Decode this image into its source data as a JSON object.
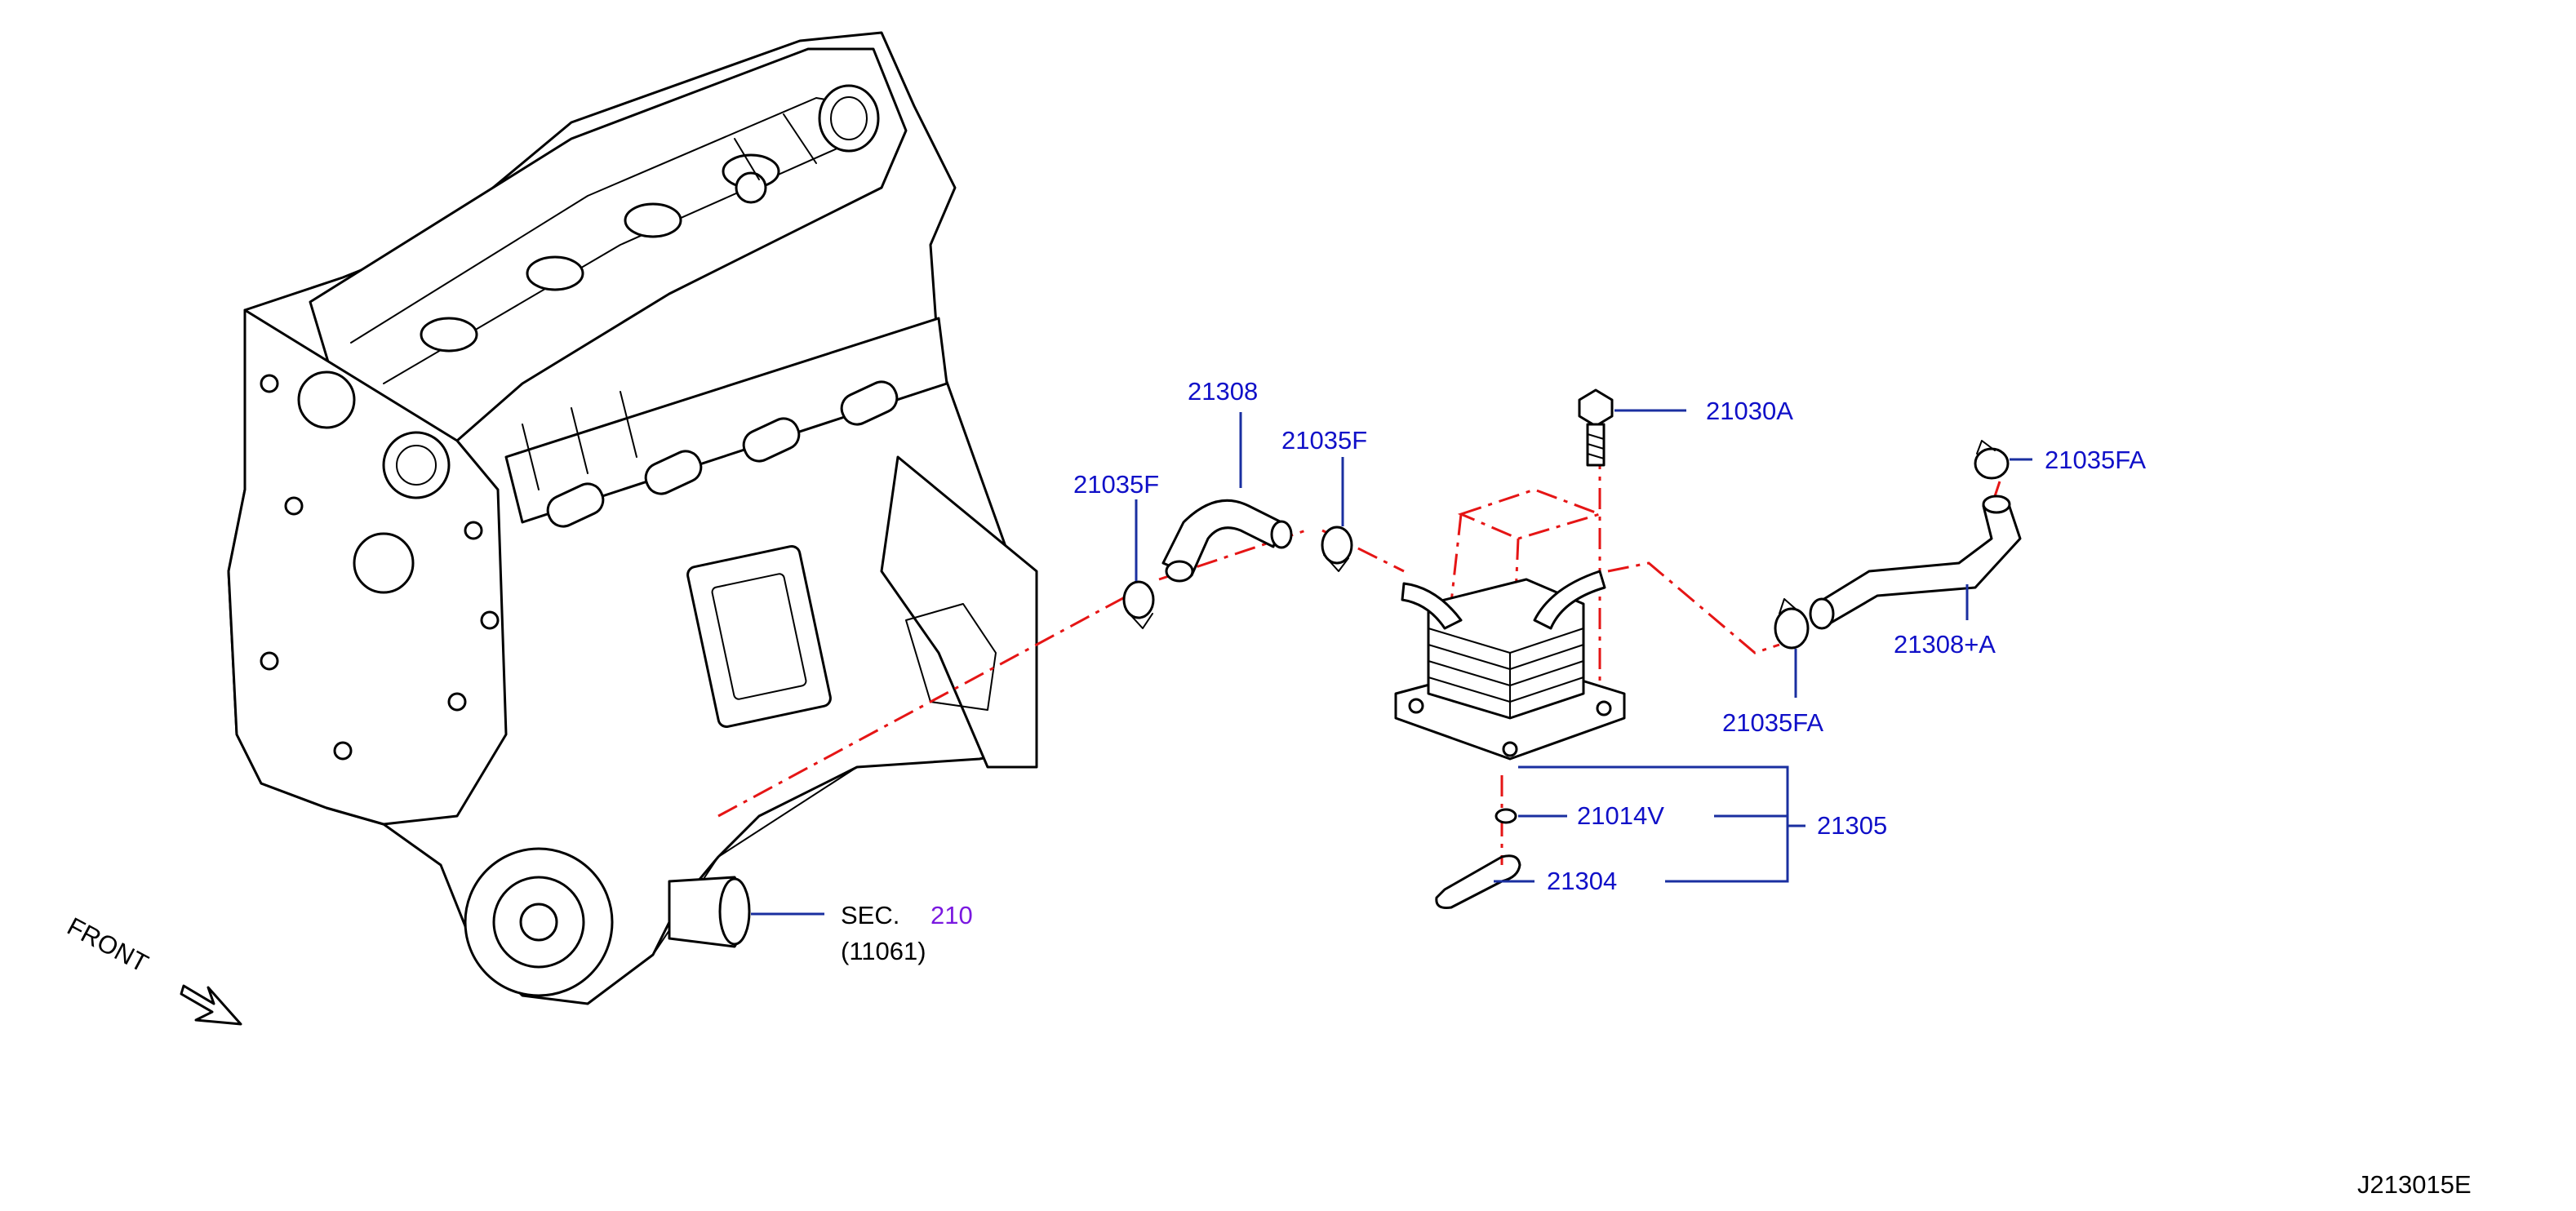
{
  "colors": {
    "callout_text": "#1010c8",
    "section_ref": "#7a18e0",
    "leader_line": "#1a2fa0",
    "centerline": "#e51515",
    "ink": "#000000"
  },
  "callouts": {
    "hose_21308": "21308",
    "clamp_left": "21035F",
    "clamp_right": "21035F",
    "bolt": "21030A",
    "clamp_fa_top": "21035FA",
    "hose_21308a": "21308+A",
    "clamp_fa_bottom": "21035FA",
    "oring": "21014V",
    "cooler_assy": "21305",
    "gasket": "21304"
  },
  "section_ref": {
    "prefix": "SEC.",
    "number": "210",
    "part": "(11061)"
  },
  "front_label": "FRONT",
  "diagram_code": "J213015E",
  "icons": {
    "front_arrow": "front-direction-arrow-icon"
  }
}
